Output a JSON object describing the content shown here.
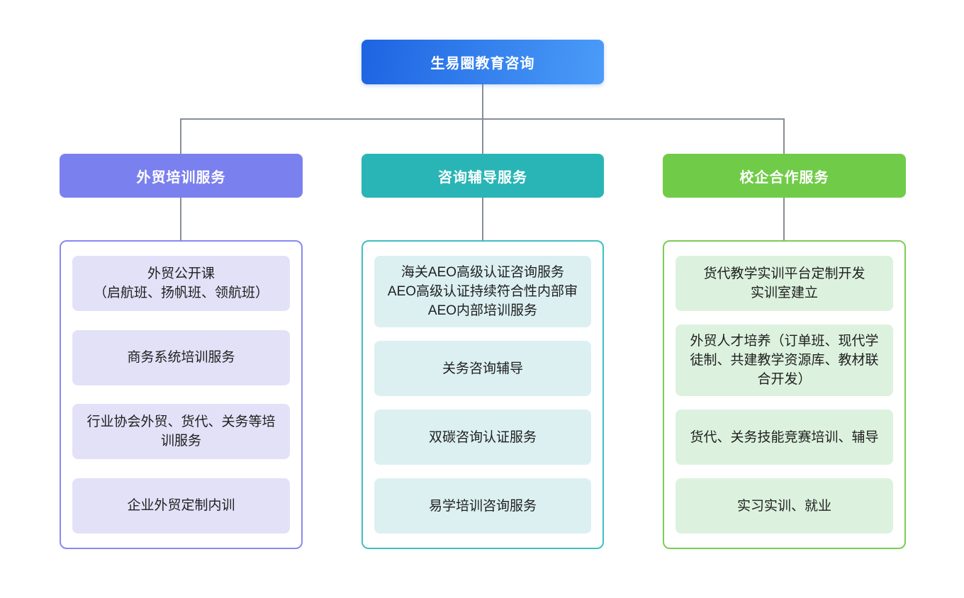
{
  "root": {
    "label": "生易圈教育咨询",
    "gradient_from": "#1d64e2",
    "gradient_to": "#4b9cf8"
  },
  "connector_color": "#878e98",
  "columns": [
    {
      "label": "外贸培训服务",
      "accent_color": "#7b80ef",
      "container_border_color": "#8789f0",
      "item_fill_color": "#e3e1f8",
      "items": [
        {
          "text": "外贸公开课\n（启航班、扬帆班、领航班）"
        },
        {
          "text": "商务系统培训服务"
        },
        {
          "text": "行业协会外贸、货代、关务等培训服务"
        },
        {
          "text": "企业外贸定制内训"
        }
      ]
    },
    {
      "label": "咨询辅导服务",
      "accent_color": "#29b5b6",
      "container_border_color": "#3cc0c3",
      "item_fill_color": "#dcf0f2",
      "items": [
        {
          "text": "海关AEO高级认证咨询服务\nAEO高级认证持续符合性内部审\nAEO内部培训服务"
        },
        {
          "text": "关务咨询辅导"
        },
        {
          "text": "双碳咨询认证服务"
        },
        {
          "text": "易学培训咨询服务"
        }
      ]
    },
    {
      "label": "校企合作服务",
      "accent_color": "#70cc48",
      "container_border_color": "#7bcc55",
      "item_fill_color": "#dcf2de",
      "items": [
        {
          "text": "货代教学实训平台定制开发\n实训室建立"
        },
        {
          "text": "外贸人才培养（订单班、现代学徒制、共建教学资源库、教材联合开发）"
        },
        {
          "text": "货代、关务技能竞赛培训、辅导"
        },
        {
          "text": "实习实训、就业"
        }
      ]
    }
  ]
}
